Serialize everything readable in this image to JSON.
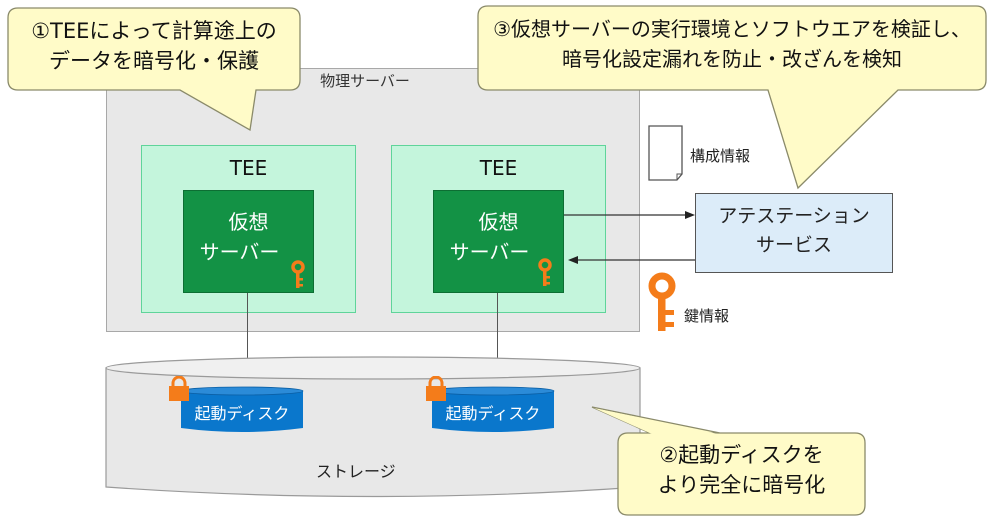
{
  "diagram": {
    "physical_server_label": "物理サーバー",
    "tee_blocks": [
      {
        "label": "TEE",
        "vm": {
          "line1": "仮想",
          "line2": "サーバー"
        }
      },
      {
        "label": "TEE",
        "vm": {
          "line1": "仮想",
          "line2": "サーバー"
        }
      }
    ],
    "attestation_service": {
      "line1": "アテステーション",
      "line2": "サービス"
    },
    "legend": {
      "config_info": "構成情報",
      "key_info": "鍵情報"
    },
    "storage": {
      "label": "ストレージ",
      "disks": [
        {
          "label": "起動ディスク",
          "locked": true
        },
        {
          "label": "起動ディスク",
          "locked": true
        }
      ]
    },
    "callouts": [
      {
        "id": "1",
        "line1": "①TEEによって計算途上の",
        "line2": "データを暗号化・保護"
      },
      {
        "id": "2",
        "line1": "②起動ディスクを",
        "line2": "より完全に暗号化"
      },
      {
        "id": "3",
        "line1": "③仮想サーバーの実行環境とソフトウエアを検証し、",
        "line2": "暗号化設定漏れを防止・改ざんを検知"
      }
    ],
    "arrows": [
      {
        "from": "仮想サーバー(2)",
        "to": "アテステーションサービス"
      },
      {
        "from": "アテステーションサービス",
        "to": "仮想サーバー(2)"
      }
    ],
    "colors": {
      "callout_fill": "#fffbc8",
      "tee_fill": "#c4f5dc",
      "vm_fill": "#139245",
      "disk_fill": "#0a77cc",
      "key_color": "#f47c1a",
      "attest_fill": "#dcecf9",
      "server_fill": "#e8e8e8"
    }
  }
}
